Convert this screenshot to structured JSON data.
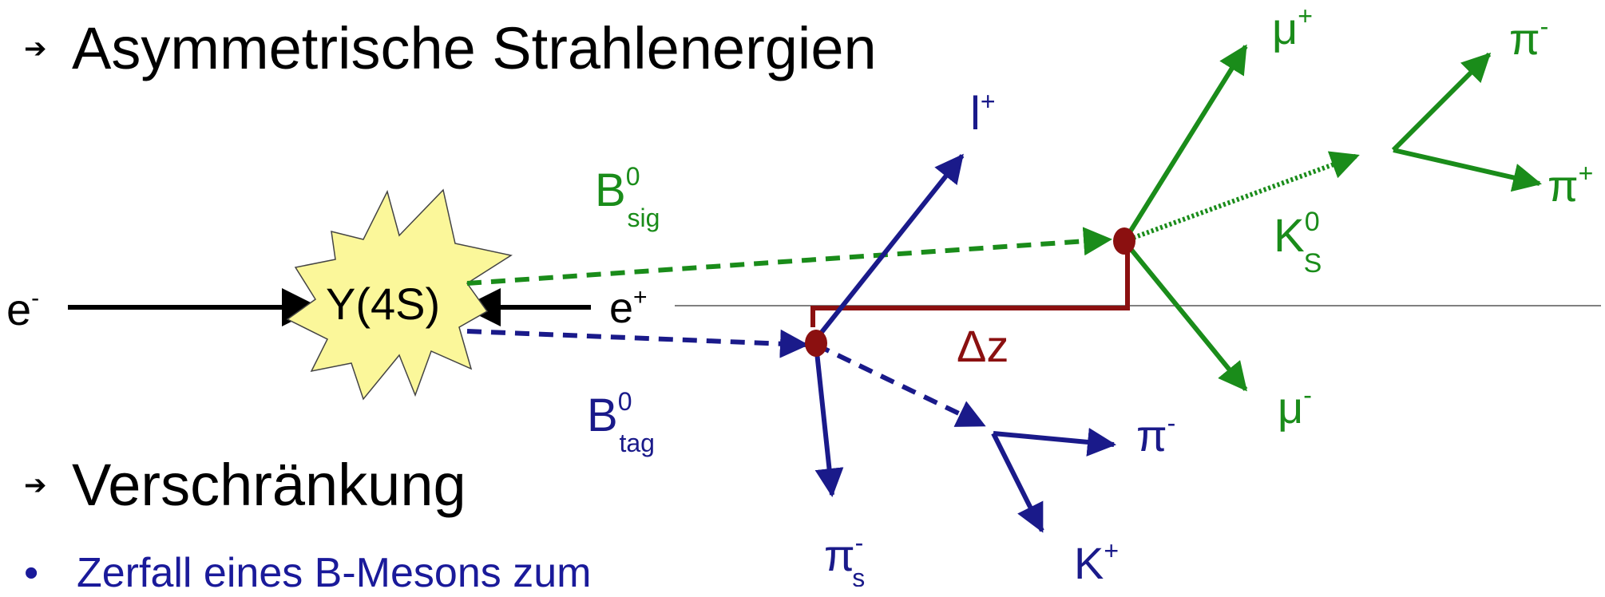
{
  "bullets": {
    "asymmetric": "Asymmetrische Strahlenergien",
    "entanglement": "Verschränkung",
    "decay": "Zerfall eines B-Mesons zum"
  },
  "glyphs": {
    "arrow_bullet": "➔",
    "dot_bullet": "•"
  },
  "labels": {
    "e_minus": {
      "base": "e",
      "sup": "-"
    },
    "e_plus": {
      "base": "e",
      "sup": "+"
    },
    "upsilon": "Y(4S)",
    "b_sig": {
      "base": "B",
      "sup": "0",
      "sub": "sig"
    },
    "b_tag": {
      "base": "B",
      "sup": "0",
      "sub": "tag"
    },
    "delta_z": "Δz",
    "lepton": {
      "base": "l",
      "sup": "+"
    },
    "mu_plus": {
      "base": "μ",
      "sup": "+"
    },
    "mu_minus": {
      "base": "μ",
      "sup": "-"
    },
    "pi_minus_top": {
      "base": "π",
      "sup": "-"
    },
    "pi_plus": {
      "base": "π",
      "sup": "+"
    },
    "k0s": {
      "base": "K",
      "sup": "0",
      "sub": "S"
    },
    "pi_minus_bottom": {
      "base": "π",
      "sup": "-"
    },
    "pi_s": {
      "base": "π",
      "sup": "-",
      "sub": "s"
    },
    "k_plus": {
      "base": "K",
      "sup": "+"
    }
  },
  "colors": {
    "black": "#000000",
    "green": "#1a8c1a",
    "blue": "#1a1a8a",
    "darkred": "#8b1010",
    "star_fill": "#fbf79a",
    "axis": "#808080"
  }
}
